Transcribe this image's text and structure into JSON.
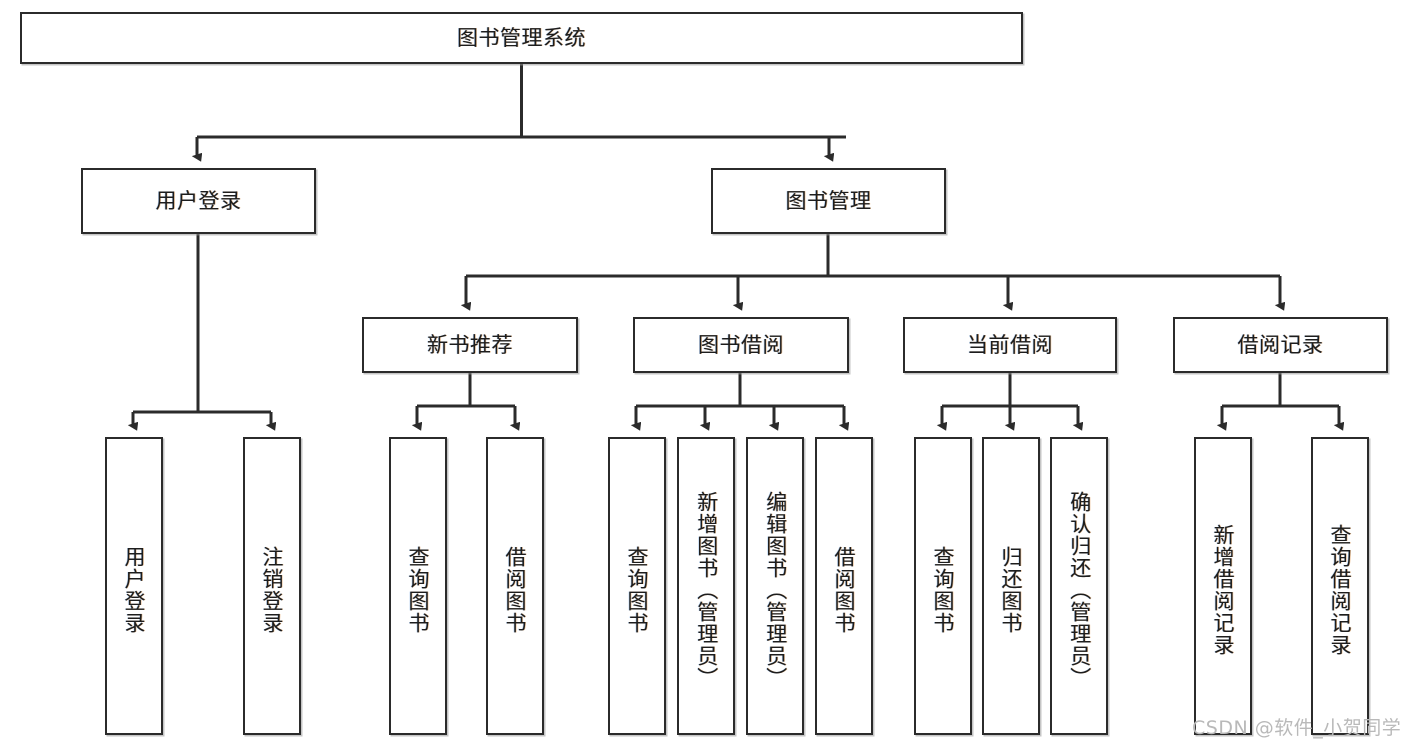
{
  "diagram": {
    "title": "图书管理系统",
    "type": "tree-hierarchy-diagram",
    "root": {
      "id": "root",
      "label": "图书管理系统"
    },
    "level2": [
      {
        "id": "login",
        "label": "用户登录"
      },
      {
        "id": "bookmgmt",
        "label": "图书管理"
      }
    ],
    "level3": [
      {
        "id": "newbook",
        "label": "新书推荐"
      },
      {
        "id": "borrow",
        "label": "图书借阅"
      },
      {
        "id": "current",
        "label": "当前借阅"
      },
      {
        "id": "record",
        "label": "借阅记录"
      }
    ],
    "leaves": {
      "login": [
        {
          "id": "user-login",
          "label": "用户登录"
        },
        {
          "id": "logout-login",
          "label": "注销登录"
        }
      ],
      "newbook": [
        {
          "id": "query-book-1",
          "label": "查询图书"
        },
        {
          "id": "borrow-book-1",
          "label": "借阅图书"
        }
      ],
      "borrow": [
        {
          "id": "query-book-2",
          "label": "查询图书"
        },
        {
          "id": "add-book",
          "label": "新增图书（管理员）"
        },
        {
          "id": "edit-book",
          "label": "编辑图书（管理员）"
        },
        {
          "id": "borrow-book-2",
          "label": "借阅图书"
        }
      ],
      "current": [
        {
          "id": "query-book-3",
          "label": "查询图书"
        },
        {
          "id": "return-book",
          "label": "归还图书"
        },
        {
          "id": "confirm-return",
          "label": "确认归还（管理员）"
        }
      ],
      "record": [
        {
          "id": "add-record",
          "label": "新增借阅记录"
        },
        {
          "id": "query-record",
          "label": "查询借阅记录"
        }
      ]
    }
  },
  "watermark": {
    "text": "CSDN @软件_小贺同学"
  },
  "colors": {
    "box_border": "#2b2b2b",
    "box_fill": "#ffffff",
    "text": "#1d1d1d",
    "line": "#2b2b2b",
    "watermark": "#b9b9b9",
    "background": "#ffffff"
  }
}
